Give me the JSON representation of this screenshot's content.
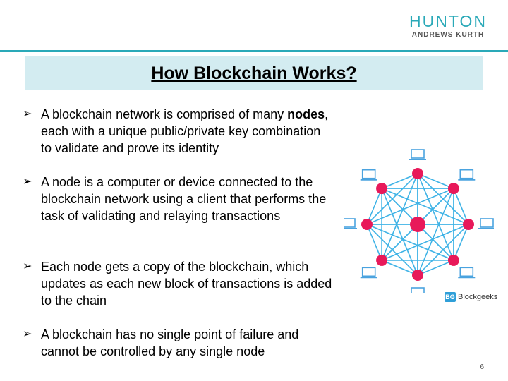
{
  "logo": {
    "main": "HUNTON",
    "sub": "ANDREWS KURTH"
  },
  "title": "How Blockchain Works?",
  "bullets": [
    {
      "segments": [
        {
          "text": "A blockchain network is comprised of many "
        },
        {
          "text": "nodes",
          "bold": true
        },
        {
          "text": ", each with a unique public/private key combination to validate and prove its identity"
        }
      ]
    },
    {
      "segments": [
        {
          "text": "A node is a computer or device connected to the blockchain network using a client that performs the task of validating and relaying transactions"
        }
      ]
    },
    {
      "segments": [
        {
          "text": "Each node gets a copy of the blockchain, which updates as each new block of transactions is added to the chain"
        }
      ]
    },
    {
      "segments": [
        {
          "text": "A blockchain has no single point of failure and cannot be controlled by any single node"
        }
      ]
    }
  ],
  "diagram": {
    "node_count": 8,
    "device_icon": "laptop-icon",
    "colors": {
      "node": "#e8195a",
      "link": "#3fb3e6",
      "device": "#4aa3df"
    }
  },
  "brand": {
    "badge": "BG",
    "name": "Blockgeeks"
  },
  "page_number": "6",
  "colors": {
    "accent": "#2aa9b8",
    "title_band": "#d3ecf1"
  }
}
